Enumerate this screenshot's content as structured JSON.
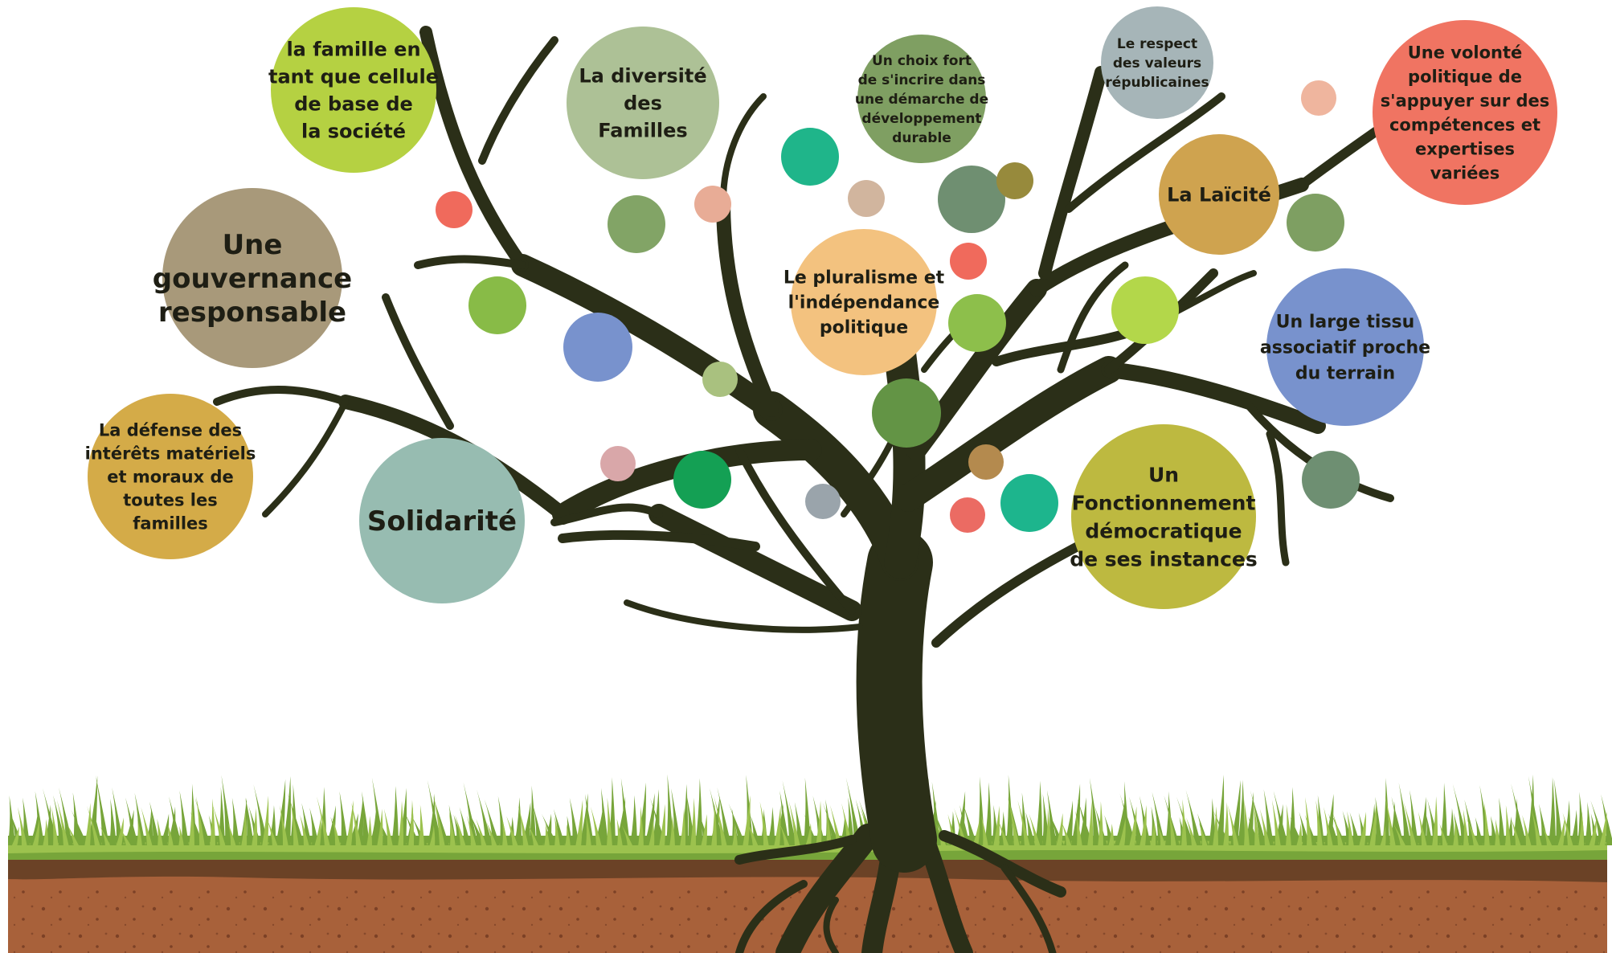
{
  "colors": {
    "trunk": "#2b2f18",
    "grass": "#77a53a",
    "grass_light": "#9cc24e",
    "soil_top": "#6b4226",
    "soil": "#a8613a"
  },
  "values": [
    {
      "id": "famille",
      "lines": [
        "la famille en",
        "tant que cellule",
        "de base de",
        "la société"
      ],
      "color": "#b5d142"
    },
    {
      "id": "diversite",
      "lines": [
        "La diversité",
        "des",
        "Familles"
      ],
      "color": "#adc196"
    },
    {
      "id": "durable",
      "lines": [
        "Un choix fort",
        "de s'incrire dans",
        "une démarche de",
        "développement",
        "durable"
      ],
      "color": "#7f9f62"
    },
    {
      "id": "respect",
      "lines": [
        "Le respect",
        "des valeurs",
        "républicaines"
      ],
      "color": "#a6b5b8"
    },
    {
      "id": "volonte",
      "lines": [
        "Une volonté",
        "politique de",
        "s'appuyer sur des",
        "compétences et",
        "expertises",
        "variées"
      ],
      "color": "#f07462"
    },
    {
      "id": "gouvernance",
      "lines": [
        "Une",
        "gouvernance",
        "responsable"
      ],
      "color": "#a8997a"
    },
    {
      "id": "laicite",
      "lines": [
        "La Laïcité"
      ],
      "color": "#cfa34f"
    },
    {
      "id": "pluralisme",
      "lines": [
        "Le pluralisme et",
        "l'indépendance",
        "politique"
      ],
      "color": "#f3c27f"
    },
    {
      "id": "tissu",
      "lines": [
        "Un large tissu",
        "associatif proche",
        "du terrain"
      ],
      "color": "#7892cd"
    },
    {
      "id": "defense",
      "lines": [
        "La défense des",
        "intérêts matériels",
        "et moraux de",
        "toutes les",
        "familles"
      ],
      "color": "#d4ab48"
    },
    {
      "id": "solidarite",
      "lines": [
        "Solidarité"
      ],
      "color": "#97bcb1"
    },
    {
      "id": "democratique",
      "lines": [
        "Un",
        "Fonctionnement",
        "démocratique",
        "de ses instances"
      ],
      "color": "#bdb940"
    }
  ],
  "decor_dot_colors": [
    "#f06a5c",
    "#82a466",
    "#e8ac96",
    "#1fb58a",
    "#88bb47",
    "#7892cd",
    "#a9c17f",
    "#d9a7a9",
    "#14a054",
    "#9aa4ab",
    "#eb6b63",
    "#6f8f71",
    "#978a3c",
    "#d1b59e",
    "#f06a5c",
    "#8dbf4b",
    "#639445",
    "#b48a4e",
    "#1db58d",
    "#efb59e",
    "#7e9f62",
    "#b3d74a",
    "#6e8f72"
  ]
}
